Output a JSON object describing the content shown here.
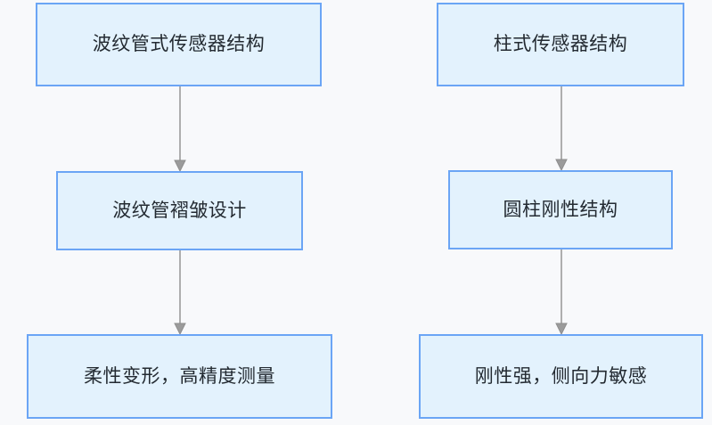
{
  "diagram": {
    "type": "flowchart",
    "orientation": "two-column-vertical",
    "background_color": "#f8f9fb",
    "node_fill_color": "#e3f2fd",
    "node_border_color": "#6ba5f5",
    "node_text_color": "#232a31",
    "edge_color": "#999999",
    "columns": [
      {
        "name": "bellows-sensor-column",
        "nodes": [
          {
            "id": "l1",
            "label": "波纹管式传感器结构"
          },
          {
            "id": "l2",
            "label": "波纹管褶皱设计"
          },
          {
            "id": "l3",
            "label": "柔性变形，高精度测量"
          }
        ],
        "edges": [
          {
            "id": "l1-l2",
            "from": "l1",
            "to": "l2",
            "label": ""
          },
          {
            "id": "l2-l3",
            "from": "l2",
            "to": "l3",
            "label": ""
          }
        ]
      },
      {
        "name": "column-sensor-column",
        "nodes": [
          {
            "id": "r1",
            "label": "柱式传感器结构"
          },
          {
            "id": "r2",
            "label": "圆柱刚性结构"
          },
          {
            "id": "r3",
            "label": "刚性强，侧向力敏感"
          }
        ],
        "edges": [
          {
            "id": "r1-r2",
            "from": "r1",
            "to": "r2",
            "label": ""
          },
          {
            "id": "r2-r3",
            "from": "r2",
            "to": "r3",
            "label": ""
          }
        ]
      }
    ]
  }
}
